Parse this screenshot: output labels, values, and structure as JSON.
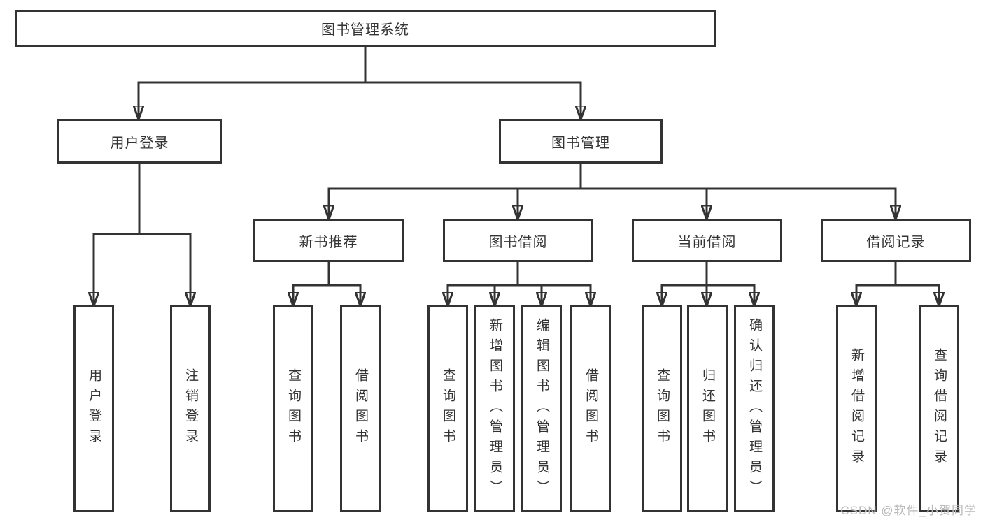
{
  "diagram": {
    "tree": {
      "label": "图书管理系统",
      "children": [
        {
          "label": "用户登录",
          "children": [
            {
              "label": "用户登录"
            },
            {
              "label": "注销登录"
            }
          ]
        },
        {
          "label": "图书管理",
          "children": [
            {
              "label": "新书推荐",
              "children": [
                {
                  "label": "查询图书"
                },
                {
                  "label": "借阅图书"
                }
              ]
            },
            {
              "label": "图书借阅",
              "children": [
                {
                  "label": "查询图书"
                },
                {
                  "label": "新增图书（管理员）"
                },
                {
                  "label": "编辑图书（管理员）"
                },
                {
                  "label": "借阅图书"
                }
              ]
            },
            {
              "label": "当前借阅",
              "children": [
                {
                  "label": "查询图书"
                },
                {
                  "label": "归还图书"
                },
                {
                  "label": "确认归还（管理员）"
                }
              ]
            },
            {
              "label": "借阅记录",
              "children": [
                {
                  "label": "新增借阅记录"
                },
                {
                  "label": "查询借阅记录"
                }
              ]
            }
          ]
        }
      ]
    },
    "colors": {
      "line": "#333333",
      "box_border": "#333333",
      "box_fill": "#ffffff",
      "text": "#333333",
      "background": "#ffffff",
      "watermark": "#b9b9b9"
    }
  },
  "watermark": {
    "text": "CSDN @软件_小贺同学"
  }
}
